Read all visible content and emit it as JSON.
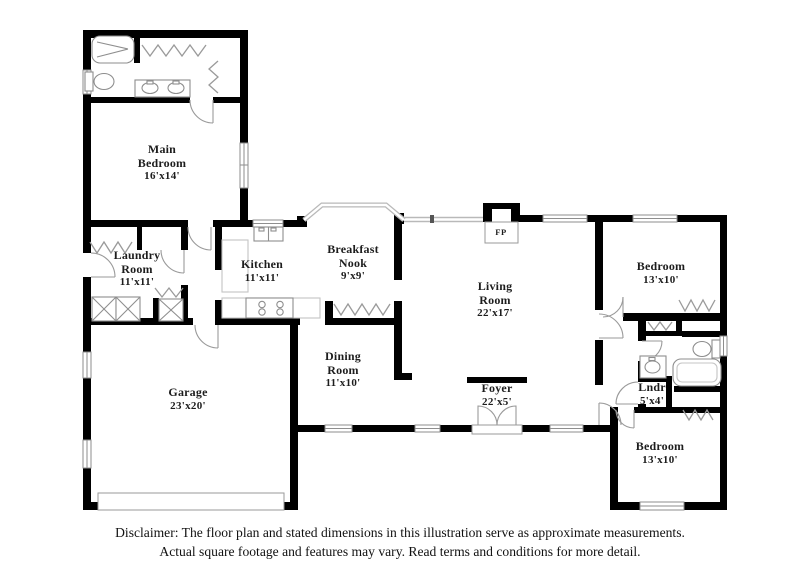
{
  "plan": {
    "rooms": {
      "main_bedroom": {
        "name": "Main Bedroom",
        "dims": "16'x14'"
      },
      "laundry_room": {
        "name": "Laundry Room",
        "dims": "11'x11'"
      },
      "kitchen": {
        "name": "Kitchen",
        "dims": "11'x11'"
      },
      "breakfast_nook": {
        "name": "Breakfast Nook",
        "dims": "9'x9'"
      },
      "living_room": {
        "name": "Living Room",
        "dims": "22'x17'"
      },
      "bedroom_top_right": {
        "name": "Bedroom",
        "dims": "13'x10'"
      },
      "dining_room": {
        "name": "Dining Room",
        "dims": "11'x10'"
      },
      "garage": {
        "name": "Garage",
        "dims": "23'x20'"
      },
      "foyer": {
        "name": "Foyer",
        "dims": "22'x5'"
      },
      "laundry_closet": {
        "name": "Lndr",
        "dims": "5'x4'"
      },
      "bedroom_bottom_right": {
        "name": "Bedroom",
        "dims": "13'x10'"
      }
    },
    "fireplace_label": "FP"
  },
  "disclaimer": {
    "line1": "Disclaimer: The floor plan and stated dimensions in this illustration serve as approximate measurements.",
    "line2": "Actual square footage and features may vary. Read terms and conditions for more detail."
  },
  "colors": {
    "wall": "#000000",
    "fixture_outline": "#8e8e8e",
    "window_glass": "#b9b9b9",
    "background": "#ffffff",
    "text": "#1d1d1d"
  }
}
